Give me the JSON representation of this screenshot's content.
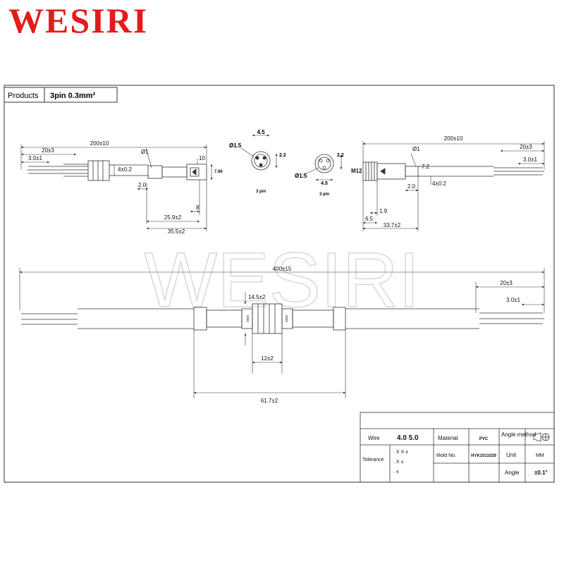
{
  "brand": {
    "name": "WESIRI",
    "color": "#e31b1b",
    "watermark": "WESIRI"
  },
  "header": {
    "products_label": "Products",
    "product_value": "3pin  0.3mm²"
  },
  "view_left": {
    "total_length": "200±10",
    "strip_length": "20±3",
    "tin_length": "3.0±1",
    "hole_dia": "Ø1",
    "cable_dia": "4±0.2",
    "height_a": "10",
    "height_b": "7.86",
    "offset_a": "2.0",
    "offset_b": "8",
    "len_a": "25.9±2",
    "len_b": "35.5±2"
  },
  "face_female": {
    "dia": "Ø1.5",
    "width": "4.5",
    "height": "2.2",
    "label": "3 pin"
  },
  "face_male": {
    "dia": "Ø1.5",
    "width": "4.5",
    "height": "2.2",
    "label": "3 pin"
  },
  "view_right": {
    "total_length": "200±10",
    "strip_length": "20±3",
    "tin_length": "3.0±1",
    "hole_dia": "Ø1",
    "thread": "M12",
    "dim_a": "7.2",
    "cable_dia": "4±0.2",
    "offset": "2.0",
    "len_a": "1.9",
    "len_b": "6.5",
    "len_c": "33.7±2"
  },
  "assembly": {
    "total_length": "400±15",
    "strip_length": "20±3",
    "tin_length": "3.0±1",
    "nut_dia": "14.5±2",
    "nut_len": "12±2",
    "body_len": "61.7±2",
    "label_a": "xxxx",
    "label_b": "xxxx"
  },
  "spec_table": {
    "wire_label": "Wire",
    "wire_value": "4.0  5.0",
    "material_label": "Material",
    "material_value": "PVC",
    "angle_method_label": "Angle method",
    "tolerance_label": "Tolerance",
    "tol_1": ". X X ±",
    "tol_2": ". X ±",
    "tol_3": ". ±",
    "mold_label": "Mold No.",
    "mold_value": "HYK1011029",
    "unit_label": "Unit",
    "unit_value": "MM",
    "angle_label": "Angle",
    "angle_value": "±0.1°"
  }
}
